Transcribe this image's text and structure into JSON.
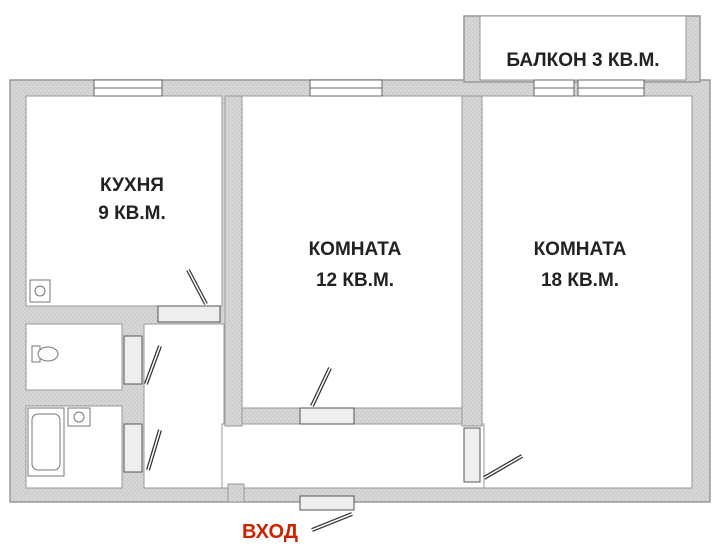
{
  "colors": {
    "wall": "#9a9a9a",
    "wall_fill": "#d8d8d8",
    "floor": "#ffffff",
    "text": "#222222",
    "entrance": "#cc2200"
  },
  "rooms": {
    "balcony": {
      "label": "БАЛКОН 3 КВ.М."
    },
    "kitchen": {
      "name": "КУХНЯ",
      "area": "9 КВ.М."
    },
    "room_mid": {
      "name": "КОМНАТА",
      "area": "12 КВ.М."
    },
    "room_right": {
      "name": "КОМНАТА",
      "area": "18 КВ.М."
    }
  },
  "entrance": {
    "label": "ВХОД"
  },
  "icons": [
    "door-swing-icon",
    "window-icon",
    "toilet-icon",
    "bathtub-icon",
    "sink-icon",
    "stove-icon"
  ]
}
